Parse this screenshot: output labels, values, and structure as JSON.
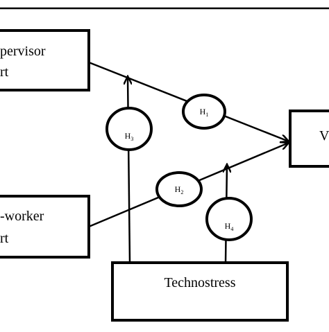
{
  "boxes": {
    "supervisor": {
      "line1": "pervisor",
      "line2": "rt"
    },
    "coworker": {
      "line1": "-worker",
      "line2": "rt"
    },
    "outcome": {
      "label": "V"
    },
    "technostress": {
      "label": "Technostress"
    }
  },
  "hypotheses": {
    "h1": {
      "label": "H",
      "sub": "1"
    },
    "h2": {
      "label": "H",
      "sub": "2"
    },
    "h3": {
      "label": "H",
      "sub": "3"
    },
    "h4": {
      "label": "H",
      "sub": "4"
    }
  }
}
